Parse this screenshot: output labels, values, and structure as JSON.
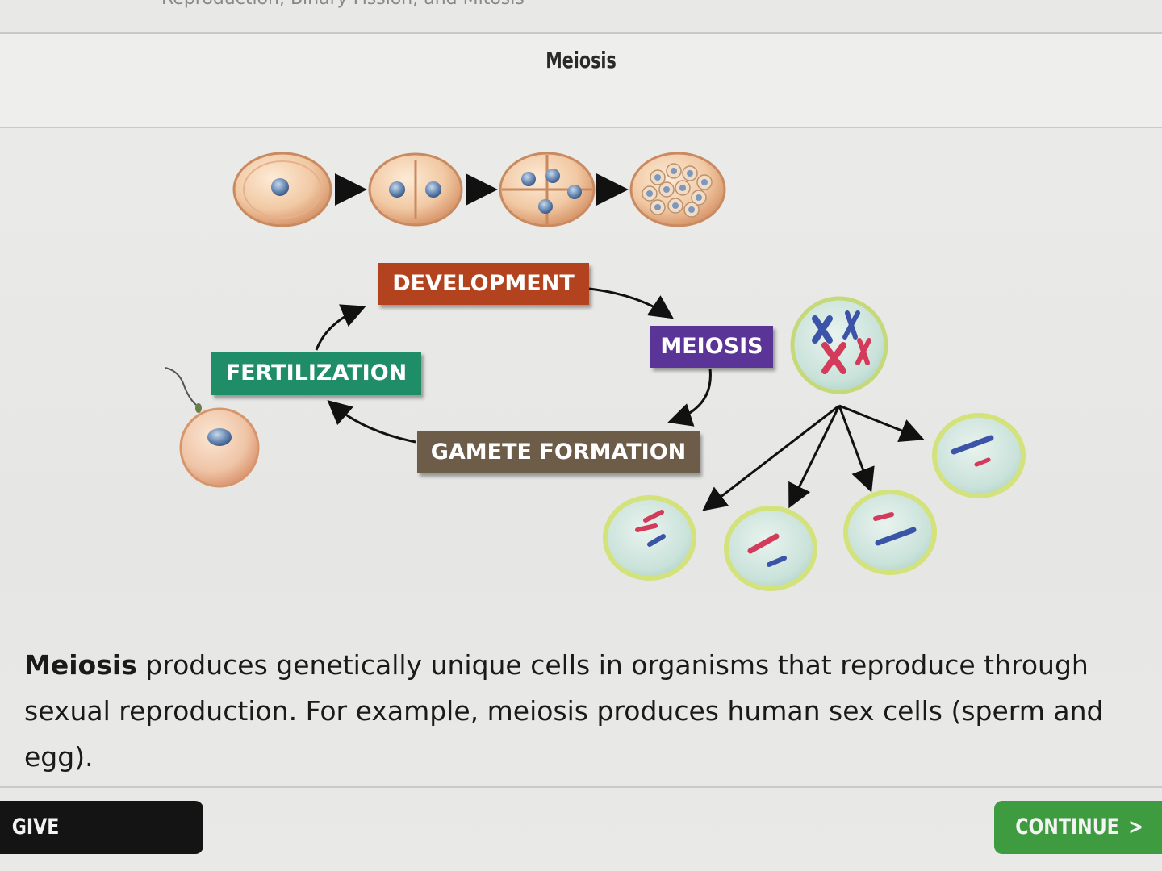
{
  "header": {
    "breadcrumb_text": "Reproduction, Binary Fission, and Mitosis",
    "title": "Meiosis"
  },
  "diagram": {
    "labels": {
      "development": "DEVELOPMENT",
      "meiosis": "MEIOSIS",
      "fertilization": "FERTILIZATION",
      "gamete_formation": "GAMETE FORMATION"
    },
    "colors": {
      "development": "#b3431e",
      "meiosis": "#5a3597",
      "fertilization": "#1f8d68",
      "gamete_formation": "#6d5d48"
    }
  },
  "caption": {
    "term": "Meiosis",
    "text": " produces genetically unique cells in organisms that reproduce through sexual reproduction. For example, meiosis produces human sex cells (sperm and egg)."
  },
  "footer": {
    "feedback_label": "GIVE FEEDBACK",
    "continue_label": "CONTINUE",
    "continue_chevron": ">"
  }
}
